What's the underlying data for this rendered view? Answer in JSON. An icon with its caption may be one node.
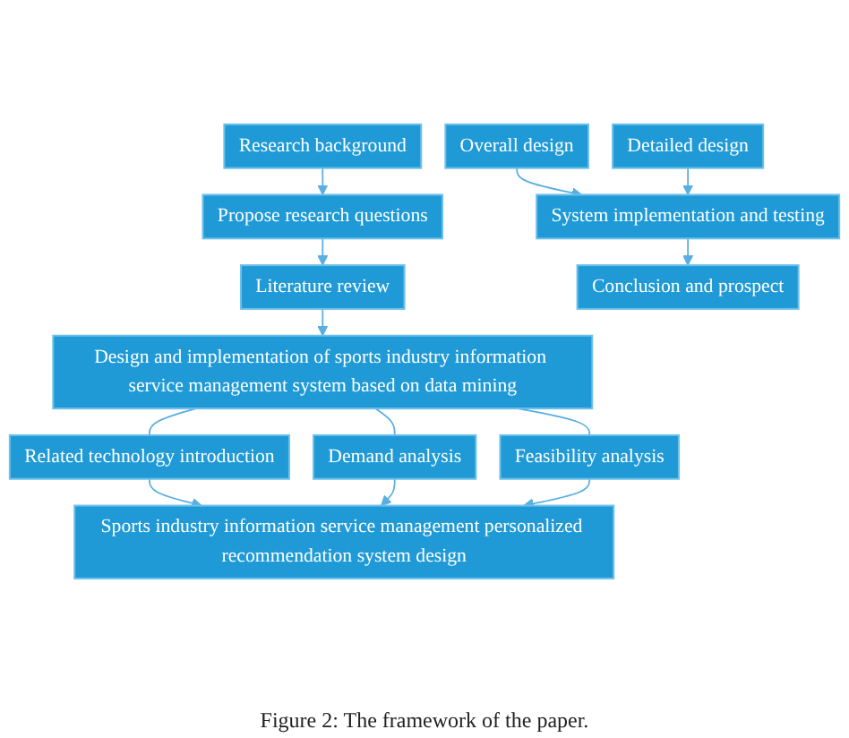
{
  "diagram": {
    "caption": "Figure 2: The framework of the paper.",
    "nodes": [
      {
        "text": [
          "Research background"
        ]
      },
      {
        "text": [
          "Propose research questions"
        ]
      },
      {
        "text": [
          "Literature review"
        ]
      },
      {
        "text": [
          "Design and implementation of sports industry information service management system based on data mining"
        ]
      },
      {
        "text": [
          "Related technology introduction"
        ]
      },
      {
        "text": [
          "Demand analysis"
        ]
      },
      {
        "text": [
          "Feasibility analysis"
        ]
      },
      {
        "text": [
          "Sports industry information service management personalized recommendation system design"
        ]
      },
      {
        "text": [
          "Overall design"
        ]
      },
      {
        "text": [
          "Detailed design"
        ]
      },
      {
        "text": [
          "System implementation and testing"
        ]
      },
      {
        "text": [
          "Conclusion and prospect"
        ]
      }
    ],
    "edges": [
      {
        "from": 0,
        "to": 1,
        "arrow": "to"
      },
      {
        "from": 1,
        "to": 2,
        "arrow": "to"
      },
      {
        "from": 2,
        "to": 3,
        "arrow": "to"
      },
      {
        "from": 3,
        "to": 4,
        "arrow": "none"
      },
      {
        "from": 3,
        "to": 5,
        "arrow": "none"
      },
      {
        "from": 3,
        "to": 6,
        "arrow": "none"
      },
      {
        "from": 4,
        "to": 7,
        "arrow": "to"
      },
      {
        "from": 5,
        "to": 7,
        "arrow": "to"
      },
      {
        "from": 6,
        "to": 7,
        "arrow": "to"
      },
      {
        "from": 8,
        "to": 10,
        "arrow": "to"
      },
      {
        "from": 9,
        "to": 10,
        "arrow": "to"
      },
      {
        "from": 10,
        "to": 11,
        "arrow": "to"
      }
    ]
  }
}
